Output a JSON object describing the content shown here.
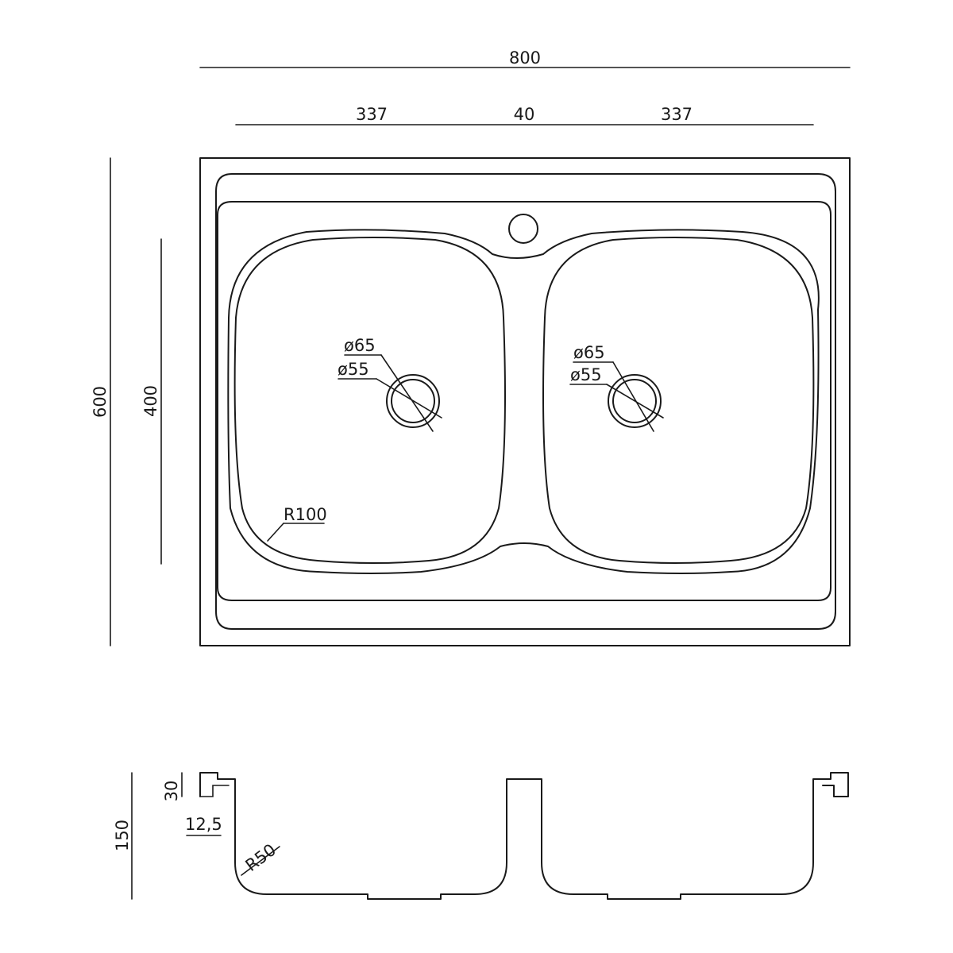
{
  "top_view": {
    "dims": {
      "overall_width": "800",
      "bowl_left": "337",
      "divider": "40",
      "bowl_right": "337",
      "overall_height": "600",
      "bowl_height": "400"
    },
    "left_drain": {
      "outer": "ø65",
      "inner": "ø55"
    },
    "right_drain": {
      "outer": "ø65",
      "inner": "ø55"
    },
    "corner_radius": "R100"
  },
  "section_view": {
    "depth": "150",
    "rim": "30",
    "lip": "12,5",
    "bottom_radius": "R50"
  },
  "colors": {
    "line": "#1a1a1a",
    "background": "#ffffff"
  }
}
